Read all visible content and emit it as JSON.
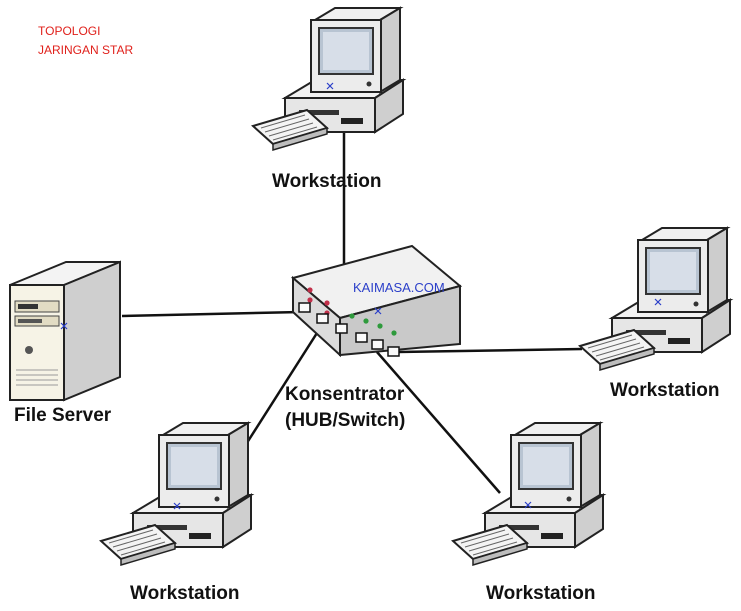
{
  "diagram": {
    "title_lines": [
      "TOPOLOGI",
      "JARINGAN STAR"
    ],
    "watermark": "KAIMASA.COM",
    "hub": {
      "label_line1": "Konsentrator",
      "label_line2": "(HUB/Switch)"
    },
    "server": {
      "label": "File Server"
    },
    "workstations": [
      {
        "label": "Workstation"
      },
      {
        "label": "Workstation"
      },
      {
        "label": "Workstation"
      },
      {
        "label": "Workstation"
      }
    ]
  },
  "colors": {
    "title": "#e0201b",
    "watermark": "#2b3fc9",
    "device_body": "#e9e9e9",
    "device_dark": "#3a3a3a",
    "screen": "#b8c4d2",
    "cable": "#111111"
  }
}
